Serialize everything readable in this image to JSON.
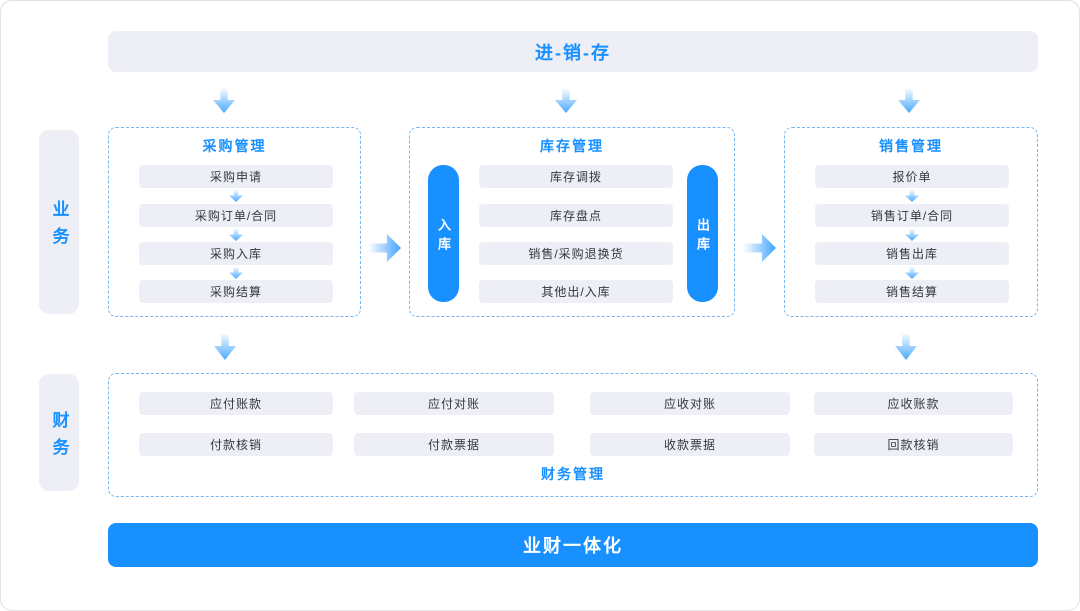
{
  "colors": {
    "accent": "#1890FF",
    "light_block": "#EEEFF6",
    "dashed_border": "#74B6F3"
  },
  "top_banner": {
    "label": "进-销-存"
  },
  "bottom_banner": {
    "label": "业财一体化"
  },
  "side_labels": [
    {
      "label": "业务"
    },
    {
      "label": "财务"
    }
  ],
  "columns": [
    {
      "title": "采购管理",
      "items": [
        "采购申请",
        "采购订单/合同",
        "采购入库",
        "采购结算"
      ]
    },
    {
      "title": "库存管理",
      "left_pill": "入库",
      "right_pill": "出库",
      "items": [
        "库存调拨",
        "库存盘点",
        "销售/采购退换货",
        "其他出/入库"
      ]
    },
    {
      "title": "销售管理",
      "items": [
        "报价单",
        "销售订单/合同",
        "销售出库",
        "销售结算"
      ]
    }
  ],
  "finance": {
    "title": "财务管理",
    "rows": [
      [
        "应付账款",
        "应付对账",
        "应收对账",
        "应收账款"
      ],
      [
        "付款核销",
        "付款票据",
        "收款票据",
        "回款核销"
      ]
    ]
  }
}
